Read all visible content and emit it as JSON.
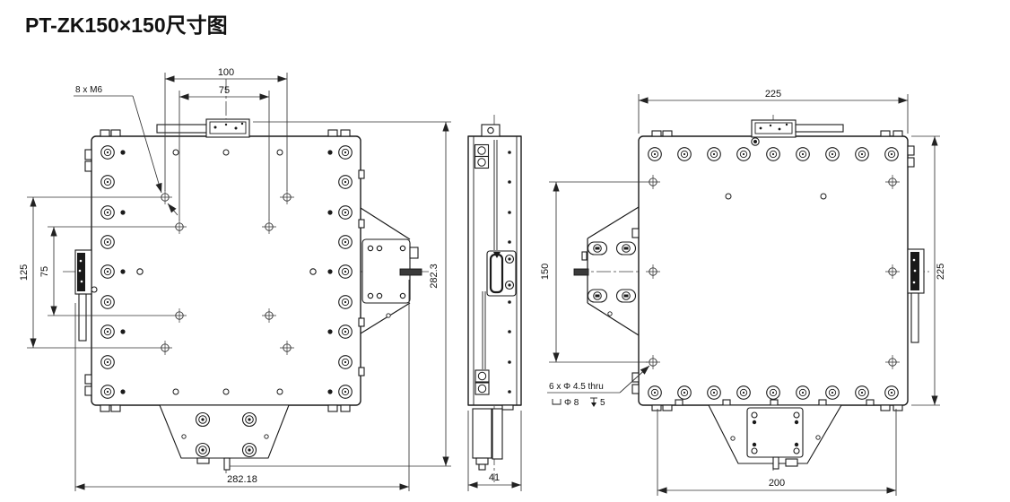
{
  "title": "PT-ZK150×150尺寸图",
  "front_view": {
    "top_hole_spacing_outer": "100",
    "top_hole_spacing_inner": "75",
    "thread_note": "8 x M6",
    "side_hole_spacing_outer": "125",
    "side_hole_spacing_inner": "75",
    "overall_height": "282.3",
    "overall_width": "282.18"
  },
  "side_view": {
    "thickness": "41"
  },
  "back_view": {
    "top_width": "225",
    "hole_spacing_vertical": "150",
    "overall_height": "225",
    "bottom_hole_spacing": "200",
    "counterbore_note_line1": "6 x Φ 4.5 thru",
    "counterbore_diameter": "Φ 8",
    "counterbore_depth": "5"
  }
}
